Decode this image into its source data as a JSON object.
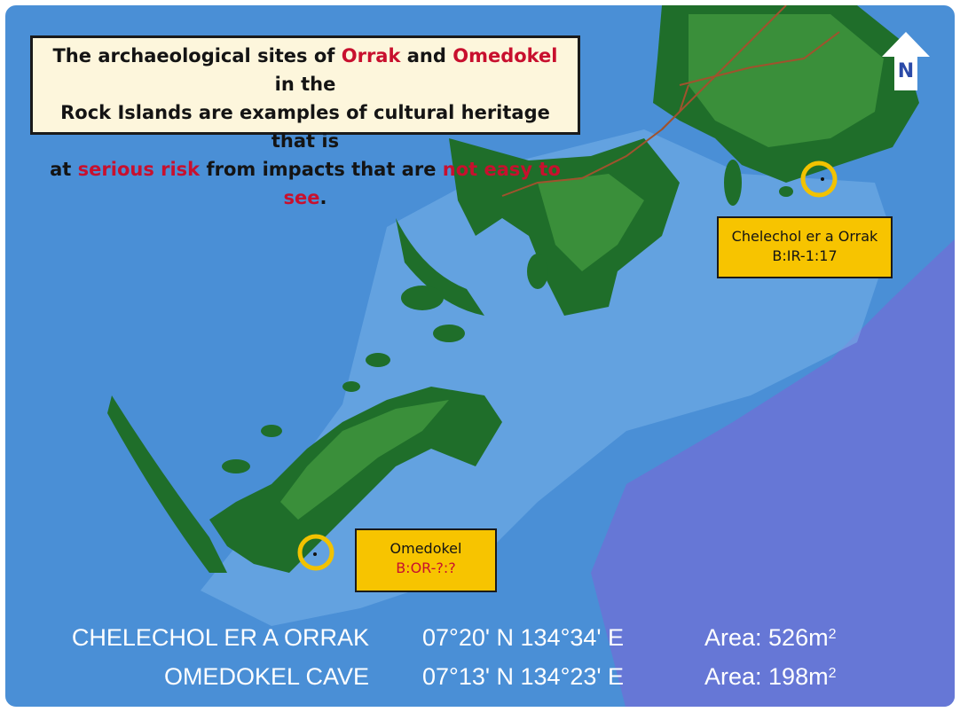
{
  "callout": {
    "line1_a": "The archaeological sites of ",
    "line1_orrak": "Orrak",
    "line1_and": " and ",
    "line1_omedokel": "Omedokel",
    "line1_b": " in the",
    "line2": "Rock Islands are examples of cultural heritage that is",
    "line3_a": "at ",
    "line3_risk": "serious risk",
    "line3_b": " from impacts that are ",
    "line3_see": "not easy to see",
    "line3_c": "."
  },
  "north_arrow": {
    "letter": "N"
  },
  "sites": [
    {
      "label": "Chelechol er a Orrak",
      "code": "B:IR-1:17"
    },
    {
      "label": "Omedokel",
      "code": "B:OR-?:?"
    }
  ],
  "info": [
    {
      "name": "CHELECHOL ER A ORRAK",
      "coords": "07°20' N 134°34' E",
      "area_label": "Area: 526m",
      "area_sup": "2"
    },
    {
      "name": "OMEDOKEL CAVE",
      "coords": "07°13' N 134°23' E",
      "area_label": "Area: 198m",
      "area_sup": "2"
    }
  ],
  "colors": {
    "shallow_water": "#5a9fe0",
    "deep_water": "#6677d6",
    "island_green": "#1f6e2a",
    "highlight_red": "#c8102e",
    "label_yellow": "#f7c400",
    "marker_ring": "#f2c200"
  }
}
